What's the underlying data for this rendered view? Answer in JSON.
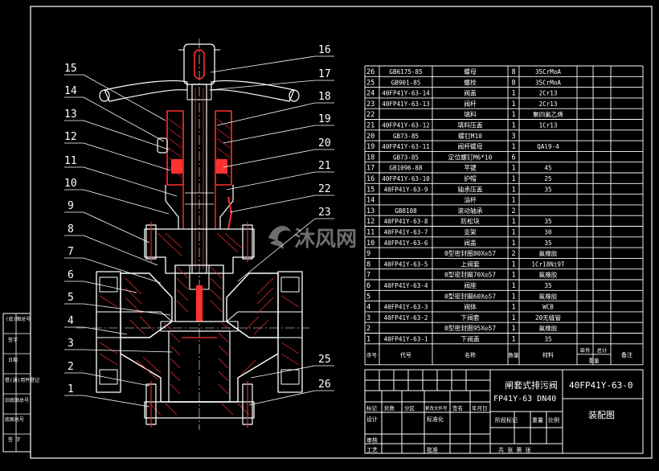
{
  "drawing": {
    "colors": {
      "background": "#000000",
      "outline": "#ffffff",
      "part": "#ff3030",
      "hatch": "#ff3030",
      "leader": "#ffffff",
      "axis": "#ffffff"
    },
    "leader_numbers": [
      "15",
      "14",
      "13",
      "12",
      "11",
      "10",
      "9",
      "8",
      "7",
      "6",
      "5",
      "4",
      "3",
      "2",
      "1",
      "16",
      "17",
      "18",
      "19",
      "20",
      "21",
      "22",
      "23",
      "25",
      "26"
    ],
    "watermark": "沐风网"
  },
  "side_panel": {
    "labels": [
      "(底)图总号",
      "签字",
      "日期",
      "借(通)用件登记",
      "旧底图总号",
      "底图总号",
      "签 字"
    ]
  },
  "bom": {
    "rows": [
      {
        "no": "26",
        "code": "GB6175-85",
        "name": "螺母",
        "qty": "8",
        "material": "35CrMoA",
        "remark": ""
      },
      {
        "no": "25",
        "code": "GB901-85",
        "name": "螺栓",
        "qty": "8",
        "material": "35CrMoA",
        "remark": ""
      },
      {
        "no": "24",
        "code": "40FP41Y-63-14",
        "name": "阀盖",
        "qty": "1",
        "material": "2Cr13",
        "remark": ""
      },
      {
        "no": "23",
        "code": "40FP41Y-63-13",
        "name": "阀杆",
        "qty": "1",
        "material": "2Cr13",
        "remark": ""
      },
      {
        "no": "22",
        "code": "",
        "name": "填料",
        "qty": "1",
        "material": "聚四氟乙烯",
        "remark": ""
      },
      {
        "no": "21",
        "code": "40FP41Y-63-12",
        "name": "填料压盖",
        "qty": "1",
        "material": "1Cr13",
        "remark": ""
      },
      {
        "no": "20",
        "code": "GB73-85",
        "name": "螺钉M10",
        "qty": "3",
        "material": "",
        "remark": ""
      },
      {
        "no": "19",
        "code": "40FP41Y-63-11",
        "name": "阀杆螺母",
        "qty": "1",
        "material": "QAl9-4",
        "remark": ""
      },
      {
        "no": "18",
        "code": "GB73-85",
        "name": "定位螺钉M6*10",
        "qty": "6",
        "material": "",
        "remark": ""
      },
      {
        "no": "17",
        "code": "GB1096-88",
        "name": "平键",
        "qty": "1",
        "material": "45",
        "remark": ""
      },
      {
        "no": "16",
        "code": "40FP41Y-63-10",
        "name": "护帽",
        "qty": "1",
        "material": "25",
        "remark": ""
      },
      {
        "no": "15",
        "code": "40FP41Y-63-9",
        "name": "轴承压盖",
        "qty": "1",
        "material": "35",
        "remark": ""
      },
      {
        "no": "14",
        "code": "",
        "name": "油杯",
        "qty": "1",
        "material": "",
        "remark": ""
      },
      {
        "no": "13",
        "code": "GB8108",
        "name": "滚动轴承",
        "qty": "2",
        "material": "",
        "remark": ""
      },
      {
        "no": "12",
        "code": "40FP41Y-63-8",
        "name": "防松块",
        "qty": "1",
        "material": "35",
        "remark": ""
      },
      {
        "no": "11",
        "code": "40FP41Y-63-7",
        "name": "支架",
        "qty": "1",
        "material": "30",
        "remark": ""
      },
      {
        "no": "10",
        "code": "40FP41Y-63-6",
        "name": "阀盖",
        "qty": "1",
        "material": "35",
        "remark": ""
      },
      {
        "no": "9",
        "code": "",
        "name": "0型密封圈80X◎57",
        "qty": "2",
        "material": "氟橡胶",
        "remark": ""
      },
      {
        "no": "8",
        "code": "40FP41Y-63-5",
        "name": "上阀套",
        "qty": "1",
        "material": "1Cr18Ni9T",
        "remark": ""
      },
      {
        "no": "7",
        "code": "",
        "name": "0型密封圈70X◎57",
        "qty": "1",
        "material": "氟橡胶",
        "remark": ""
      },
      {
        "no": "6",
        "code": "40FP41Y-63-4",
        "name": "阀座",
        "qty": "1",
        "material": "35",
        "remark": ""
      },
      {
        "no": "5",
        "code": "",
        "name": "0型密封圈60X◎57",
        "qty": "1",
        "material": "氟橡胶",
        "remark": ""
      },
      {
        "no": "4",
        "code": "40FP41Y-63-3",
        "name": "阀体",
        "qty": "1",
        "material": "WCB",
        "remark": ""
      },
      {
        "no": "3",
        "code": "40FP41Y-63-2",
        "name": "下阀套",
        "qty": "1",
        "material": "20无缝管",
        "remark": ""
      },
      {
        "no": "2",
        "code": "",
        "name": "0型密封圈95X◎57",
        "qty": "1",
        "material": "氟橡胶",
        "remark": ""
      },
      {
        "no": "1",
        "code": "40FP41Y-63-1",
        "name": "下阀盖",
        "qty": "1",
        "material": "35",
        "remark": ""
      }
    ],
    "header": {
      "no": "序号",
      "code": "代号",
      "name": "名称",
      "qty": "数量",
      "material": "材料",
      "unit_weight": "单件",
      "total_weight": "总计",
      "weight": "重量",
      "remark": "备注"
    }
  },
  "title_block": {
    "product_name": "闸套式排污阀",
    "model": "FP41Y-63 DN40",
    "drawing_no": "40FP41Y-63-0",
    "drawing_title": "装配图",
    "row_labels": [
      "标记",
      "处数",
      "分区",
      "更改文件号",
      "签名",
      "年月日"
    ],
    "design": "设计",
    "standardize": "标准化",
    "stage_mark": "阶段标记",
    "weight": "重量",
    "scale": "比例",
    "review": "审核",
    "process": "工艺",
    "approve": "批准",
    "sheets": "共 张 第 张"
  }
}
